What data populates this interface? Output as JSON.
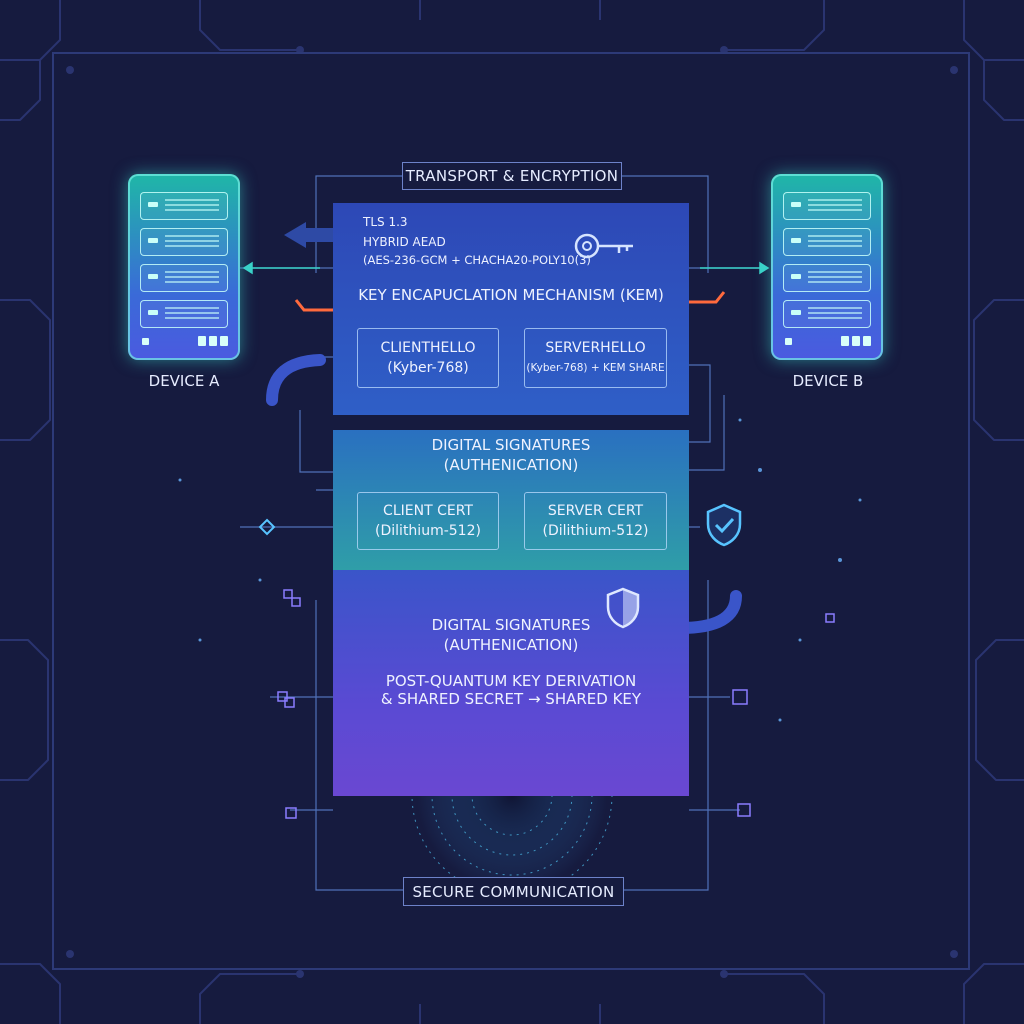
{
  "top_label": "TRANSPORT & ENCRYPTION",
  "bottom_label": "SECURE COMMUNICATION",
  "device_a": {
    "label": "DEVICE A"
  },
  "device_b": {
    "label": "DEVICE B"
  },
  "tls": {
    "line1": "TLS 1.3",
    "line2": "HYBRID AEAD",
    "line3": "(AES-236-GCM + CHACHA20-POLY10(3)",
    "kem_title": "KEY ENCAPUCLATION MECHANISM (KEM)",
    "client_hello": {
      "title": "CLIENTHELLO",
      "sub": "(Kyber-768)"
    },
    "server_hello": {
      "title": "SERVERHELLO",
      "sub": "(Kyber-768) + KEM SHARE"
    }
  },
  "signatures": {
    "title1": "DIGITAL SIGNATURES",
    "title2": "(AUTHENICATION)",
    "client_cert": {
      "title": "CLIENT CERT",
      "sub": "(Dilithium-512)"
    },
    "server_cert": {
      "title": "SERVER CERT",
      "sub": "(Dilithium-512)"
    }
  },
  "pq": {
    "title1": "DIGITAL SIGNATURES",
    "title2": "(AUTHENICATION)",
    "derive1": "POST-QUANTUM KEY DERIVATION",
    "derive2": "& SHARED SECRET → SHARED KEY"
  },
  "icons": [
    "key-icon",
    "shield-check-icon",
    "shield-icon",
    "arrow-left-icon",
    "diamond-node-icon",
    "square-node-icon"
  ],
  "colors": {
    "background": "#161b3f",
    "accent_teal": "#3ad2c8",
    "accent_orange": "#ff6a3d",
    "panel_blue": "#2f5fc7",
    "panel_purple": "#5a4ad3"
  }
}
